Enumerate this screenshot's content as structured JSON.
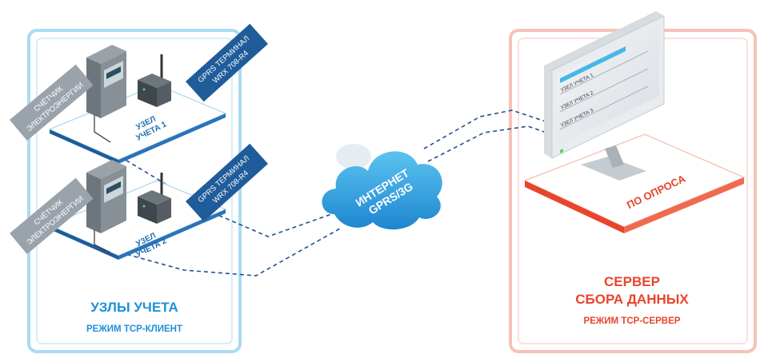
{
  "left_panel": {
    "title": "УЗЛЫ УЧЕТА",
    "subtitle": "РЕЖИМ TCP-КЛИЕНТ"
  },
  "node1": {
    "meter_tag": [
      "СЧЁТЧИК",
      "ЭЛЕКТРОЭНЕРГИИ"
    ],
    "terminal_tag": [
      "GPRS ТЕРМИНАЛ",
      "WRX 708-R4"
    ],
    "plate_label": [
      "УЗЕЛ",
      "УЧЕТА 1"
    ]
  },
  "node2": {
    "meter_tag": [
      "СЧЁТЧИК",
      "ЭЛЕКТРОЭНЕРГИИ"
    ],
    "terminal_tag": [
      "GPRS ТЕРМИНАЛ",
      "WRX 708-R4"
    ],
    "plate_label": [
      "УЗЕЛ",
      "УЧЕТА 2"
    ]
  },
  "cloud": {
    "label": [
      "ИНТЕРНЕТ",
      "GPRS/3G"
    ]
  },
  "monitor": {
    "rows": [
      "УЗЕЛ УЧЕТА 1",
      "УЗЕЛ УЧЕТА 2",
      "УЗЕЛ УЧЕТА 3"
    ]
  },
  "server_plate": {
    "label": "ПО ОПРОСА"
  },
  "right_panel": {
    "title": [
      "СЕРВЕР",
      "СБОРА ДАННЫХ"
    ],
    "subtitle": "РЕЖИМ TCP-СЕРВЕР"
  },
  "colors": {
    "blue_border": "#a9dcf3",
    "blue_dark": "#1f5c99",
    "blue_text": "#1e90d6",
    "red_border": "#f6c2b8",
    "red_text": "#e8452c",
    "tag_gray": "#9aa3ab",
    "cloud_blue": "#2b9ddb"
  }
}
